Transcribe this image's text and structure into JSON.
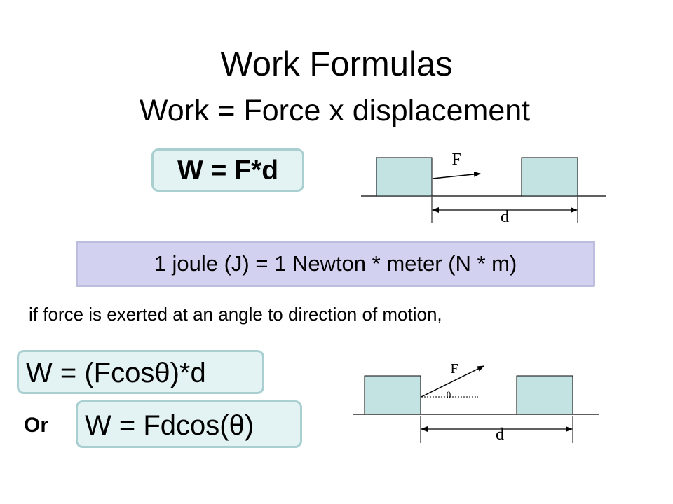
{
  "slide": {
    "title": "Work Formulas",
    "subtitle": "Work = Force x displacement",
    "formula_basic": "W = F*d",
    "joule_definition": "1 joule (J) = 1 Newton * meter (N * m)",
    "angle_note": "if force is exerted at an angle to direction of motion,",
    "formula_cos": "W = (Fcosθ)*d",
    "or_label": "Or",
    "formula_dcos": "W = Fdcos(θ)"
  },
  "diagram_straight": {
    "force_label": "F",
    "displacement_label": "d"
  },
  "diagram_angle": {
    "force_label": "F",
    "angle_label": "θ",
    "displacement_label": "d"
  },
  "colors": {
    "block_fill": "#c3e3e3",
    "formula_box": "#e3f2f2",
    "joule_box": "#d2d2f0"
  }
}
